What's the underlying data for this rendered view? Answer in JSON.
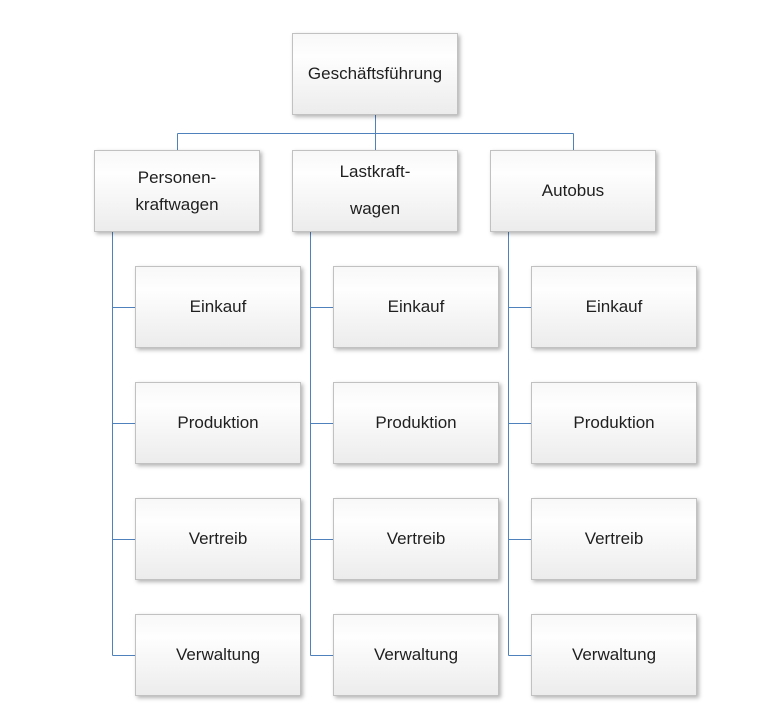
{
  "diagram": {
    "type": "org-chart",
    "connector_color": "#4f81bd",
    "box_border_color": "#c1c1c1",
    "box_fill_top": "#f8f8f8",
    "box_fill_bottom": "#ececec",
    "text_color": "#1f1f1f",
    "root": {
      "label": "Geschäftsführung"
    },
    "branches": [
      {
        "label": "Personen-\nkraftwagen",
        "children": [
          {
            "label": "Einkauf"
          },
          {
            "label": "Produktion"
          },
          {
            "label": "Vertreib"
          },
          {
            "label": "Verwaltung"
          }
        ]
      },
      {
        "label": "Lastkraft-\nwagen",
        "children": [
          {
            "label": "Einkauf"
          },
          {
            "label": "Produktion"
          },
          {
            "label": "Vertreib"
          },
          {
            "label": "Verwaltung"
          }
        ]
      },
      {
        "label": "Autobus",
        "children": [
          {
            "label": "Einkauf"
          },
          {
            "label": "Produktion"
          },
          {
            "label": "Vertreib"
          },
          {
            "label": "Verwaltung"
          }
        ]
      }
    ]
  }
}
